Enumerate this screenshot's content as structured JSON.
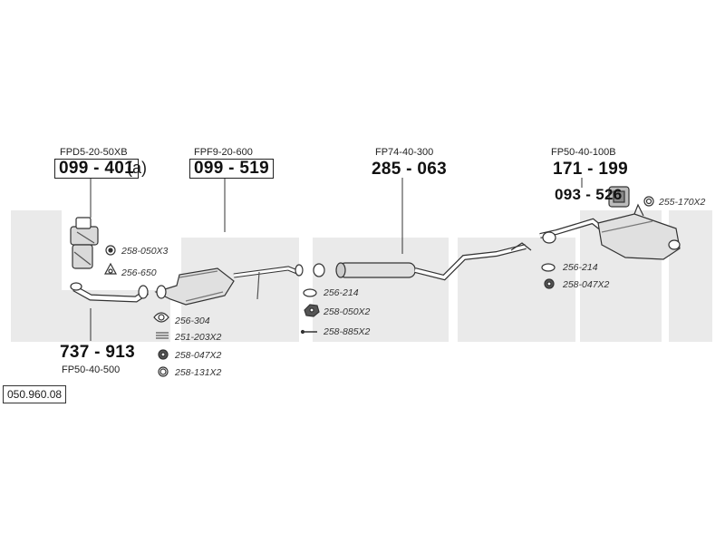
{
  "colors": {
    "watermark": "#eaeaea",
    "line": "#333333",
    "part_fill": "#d9d9d9"
  },
  "reference": "050.960.08",
  "parts": {
    "p1": {
      "code": "FPD5-20-50XB",
      "number": "099 - 401",
      "suffix": "(a)"
    },
    "p2": {
      "code": "FPF9-20-600",
      "number": "099 - 519"
    },
    "p3": {
      "code": "FP74-40-300",
      "number": "285 - 063"
    },
    "p4": {
      "code": "FP50-40-100B",
      "number": "171 - 199"
    },
    "p5": {
      "number": "093 - 526"
    },
    "p6": {
      "number": "737 - 913",
      "code": "FP50-40-500"
    }
  },
  "small_parts": {
    "a": "258-050X3",
    "b": "256-650",
    "c": "256-304",
    "d": "251-203X2",
    "e": "258-047X2",
    "f": "258-131X2",
    "g": "256-214",
    "h": "258-050X2",
    "i": "258-885X2",
    "j": "255-170X2",
    "k": "256-214",
    "l": "258-047X2"
  }
}
